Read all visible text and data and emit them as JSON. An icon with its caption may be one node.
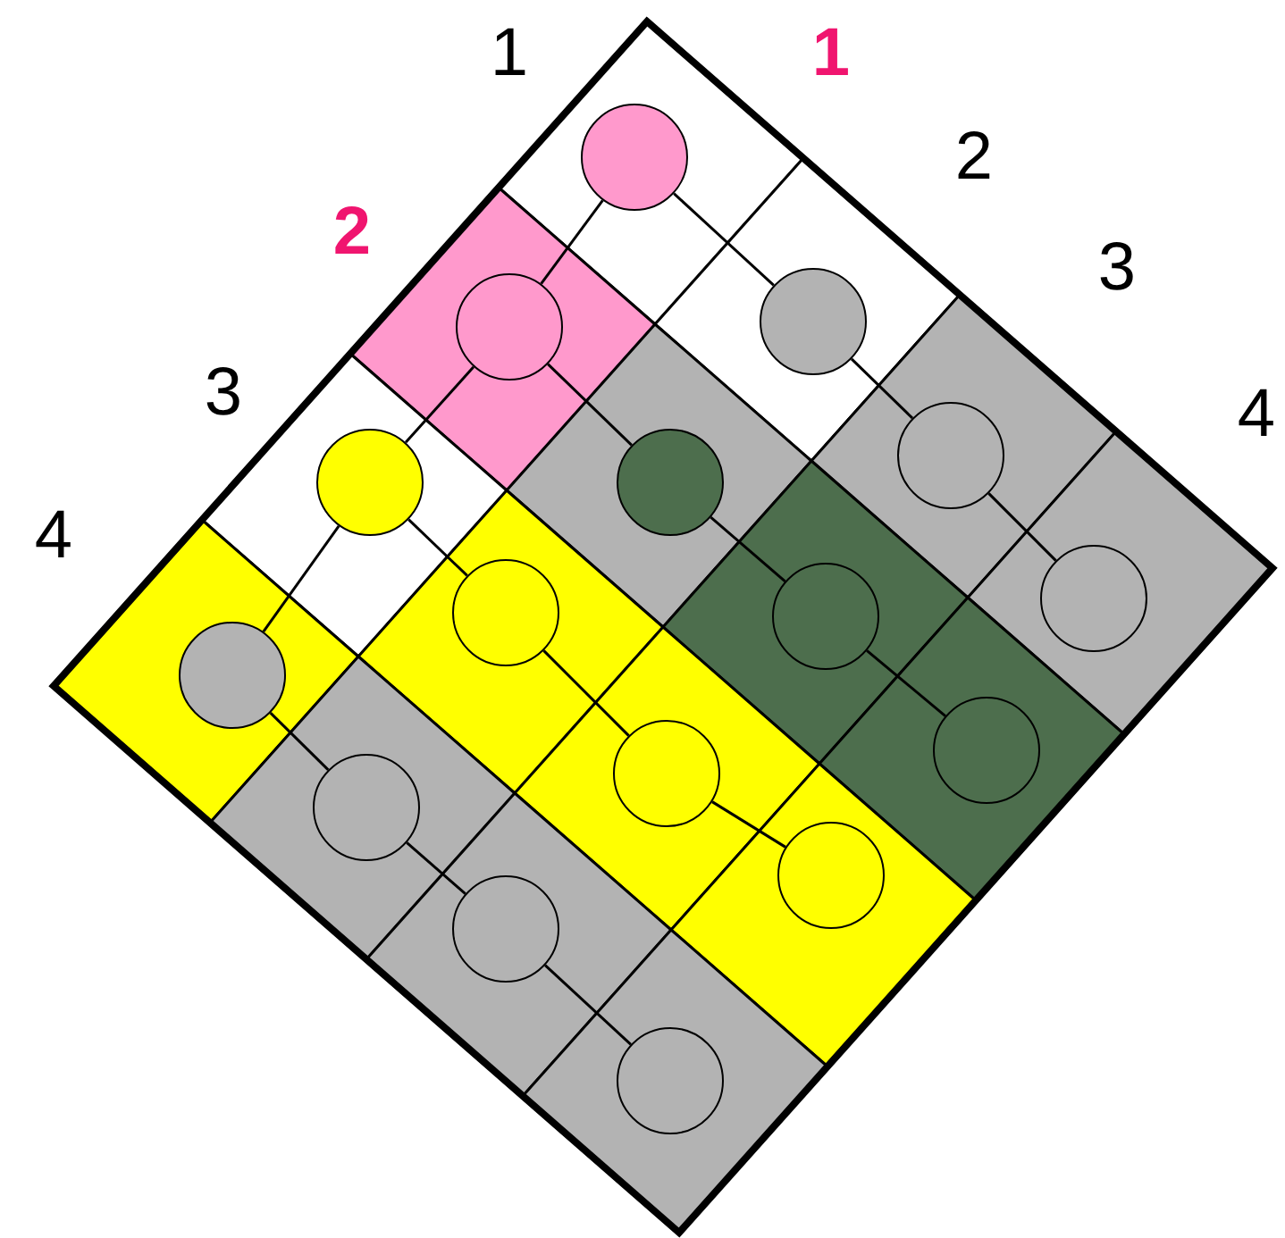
{
  "diagram": {
    "nodes": [
      {
        "text": [],
        "shape": "circle"
      },
      {
        "text": [],
        "shape": "circle"
      },
      {
        "text": [],
        "shape": "circle"
      },
      {
        "text": [],
        "shape": "circle"
      },
      {
        "text": [],
        "shape": "circle"
      },
      {
        "text": [],
        "shape": "circle"
      },
      {
        "text": [],
        "shape": "circle"
      },
      {
        "text": [],
        "shape": "circle"
      },
      {
        "text": [],
        "shape": "circle"
      },
      {
        "text": [],
        "shape": "circle"
      },
      {
        "text": [],
        "shape": "circle"
      },
      {
        "text": [],
        "shape": "circle"
      },
      {
        "text": [],
        "shape": "circle"
      },
      {
        "text": [],
        "shape": "circle"
      },
      {
        "text": [],
        "shape": "circle"
      },
      {
        "text": [],
        "shape": "circle"
      }
    ],
    "edges": [
      {
        "from": 0,
        "to": 1,
        "arrow": "none"
      },
      {
        "from": 1,
        "to": 2,
        "arrow": "none"
      },
      {
        "from": 2,
        "to": 3,
        "arrow": "none"
      },
      {
        "from": 0,
        "to": 4,
        "arrow": "none"
      },
      {
        "from": 4,
        "to": 5,
        "arrow": "none"
      },
      {
        "from": 5,
        "to": 6,
        "arrow": "none"
      },
      {
        "from": 6,
        "to": 7,
        "arrow": "none"
      },
      {
        "from": 4,
        "to": 8,
        "arrow": "none"
      },
      {
        "from": 8,
        "to": 9,
        "arrow": "none"
      },
      {
        "from": 9,
        "to": 10,
        "arrow": "none"
      },
      {
        "from": 10,
        "to": 11,
        "arrow": "none"
      },
      {
        "from": 8,
        "to": 12,
        "arrow": "none"
      },
      {
        "from": 12,
        "to": 13,
        "arrow": "none"
      },
      {
        "from": 13,
        "to": 14,
        "arrow": "none"
      },
      {
        "from": 14,
        "to": 15,
        "arrow": "none"
      }
    ],
    "labels": [
      "1",
      "1",
      "2",
      "2",
      "3",
      "3",
      "4",
      "4"
    ]
  }
}
